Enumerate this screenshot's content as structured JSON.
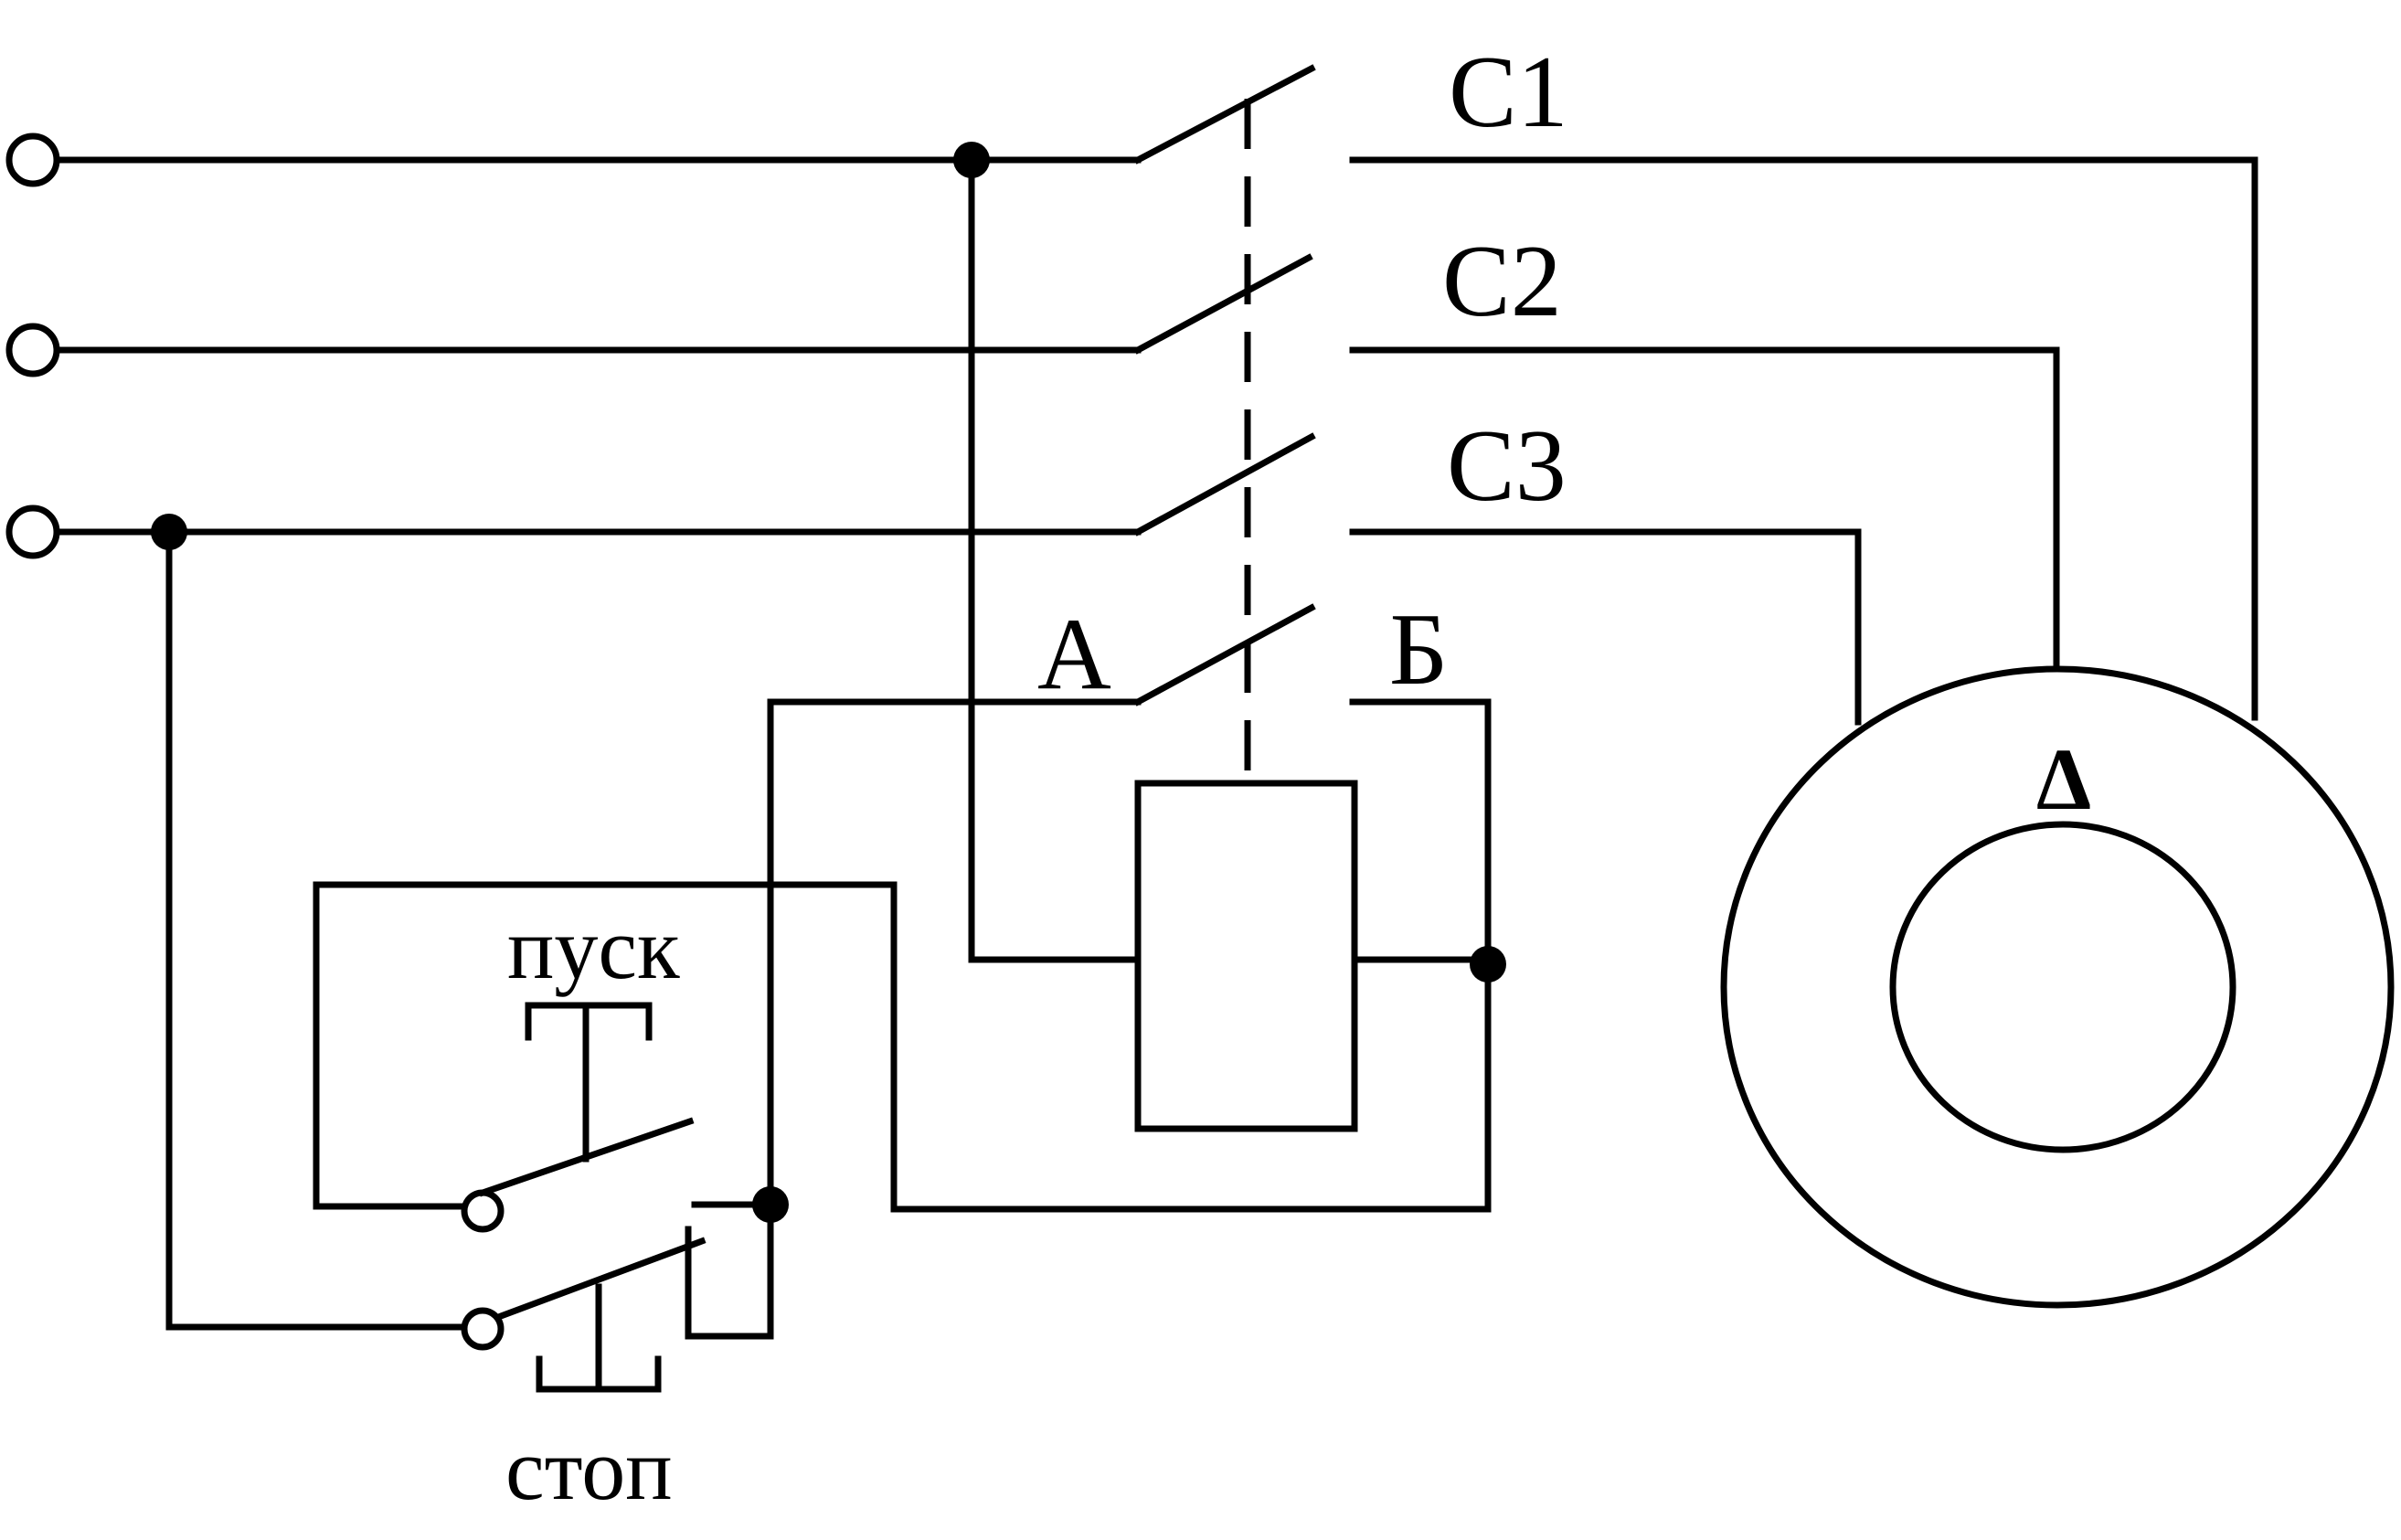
{
  "labels": {
    "c1": "C1",
    "c2": "C2",
    "c3": "C3",
    "contact_a": "А",
    "contact_b": "Б",
    "start": "пуск",
    "stop": "стоп",
    "motor": "Δ"
  }
}
